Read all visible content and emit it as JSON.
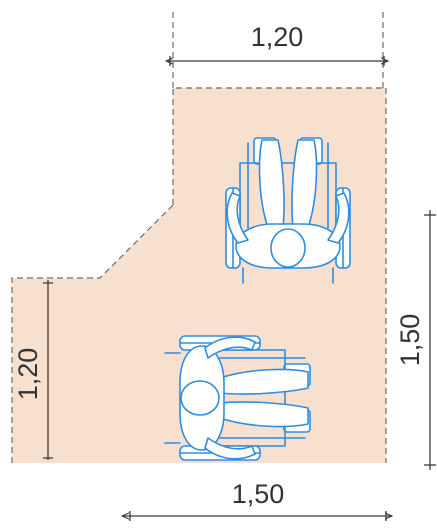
{
  "colors": {
    "floor": "#f8e0cf",
    "wheelchair_outline": "#2f8de0",
    "dimension_lines": "#3a3a3a"
  },
  "dimensions": {
    "top_width": "1,20",
    "left_height": "1,20",
    "right_height": "1,50",
    "bottom_width": "1,50"
  },
  "icons": [
    "wheelchair-top-view-icon",
    "wheelchair-top-view-icon"
  ]
}
